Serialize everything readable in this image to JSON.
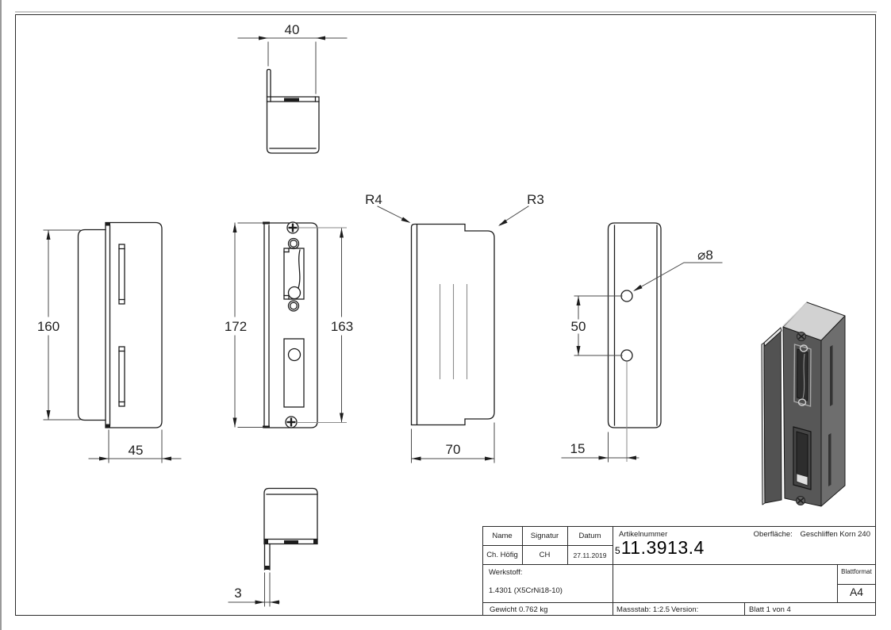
{
  "drawing": {
    "background": "#ffffff",
    "edge_color": "#1c1c1c",
    "dim_color": "#4a4a4a"
  },
  "views": {
    "top": {
      "width": "40"
    },
    "left": {
      "height": "160",
      "width": "45"
    },
    "front": {
      "height_overall": "172",
      "height_screw_spacing": "163"
    },
    "side": {
      "radius_left": "R4",
      "radius_right": "R3",
      "width": "70"
    },
    "holes": {
      "hole_diameter": "⌀8",
      "hole_spacing": "50",
      "hole_edge_offset": "15"
    },
    "bottom": {
      "thickness": "3"
    }
  },
  "iso": {
    "colors": {
      "top": "#d2d2d2",
      "front": "#575757",
      "side": "#6e6e6e",
      "flange_face": "#525252",
      "flange_edge": "#d9d9d9",
      "flange_top": "#e6e6e6",
      "slot": "#333333",
      "recess": "#4e4e4e",
      "opening": "#2d2d2d",
      "opening_bottom": "#e0e0e0",
      "screw": "#606060"
    }
  },
  "title_block": {
    "name_header": "Name",
    "signature_header": "Signatur",
    "date_header": "Datum",
    "name_value": "Ch. Höfig",
    "signature_value": "CH",
    "date_value": "27.11.2019",
    "article_number_label": "Artikelnummer",
    "article_number_prefix": "5",
    "article_number": "11.3913.4",
    "surface_label": "Oberfläche:",
    "surface_value": "Geschliffen Korn 240",
    "material_label": "Werkstoff:",
    "material_value": "1.4301 (X5CrNi18-10)",
    "weight": "Gewicht 0.762 kg",
    "scale": "Massstab: 1:2.5",
    "version_label": "Version:",
    "sheet": "Blatt 1 von 4",
    "sheet_format_label": "Blattformat",
    "sheet_format_value": "A4"
  }
}
